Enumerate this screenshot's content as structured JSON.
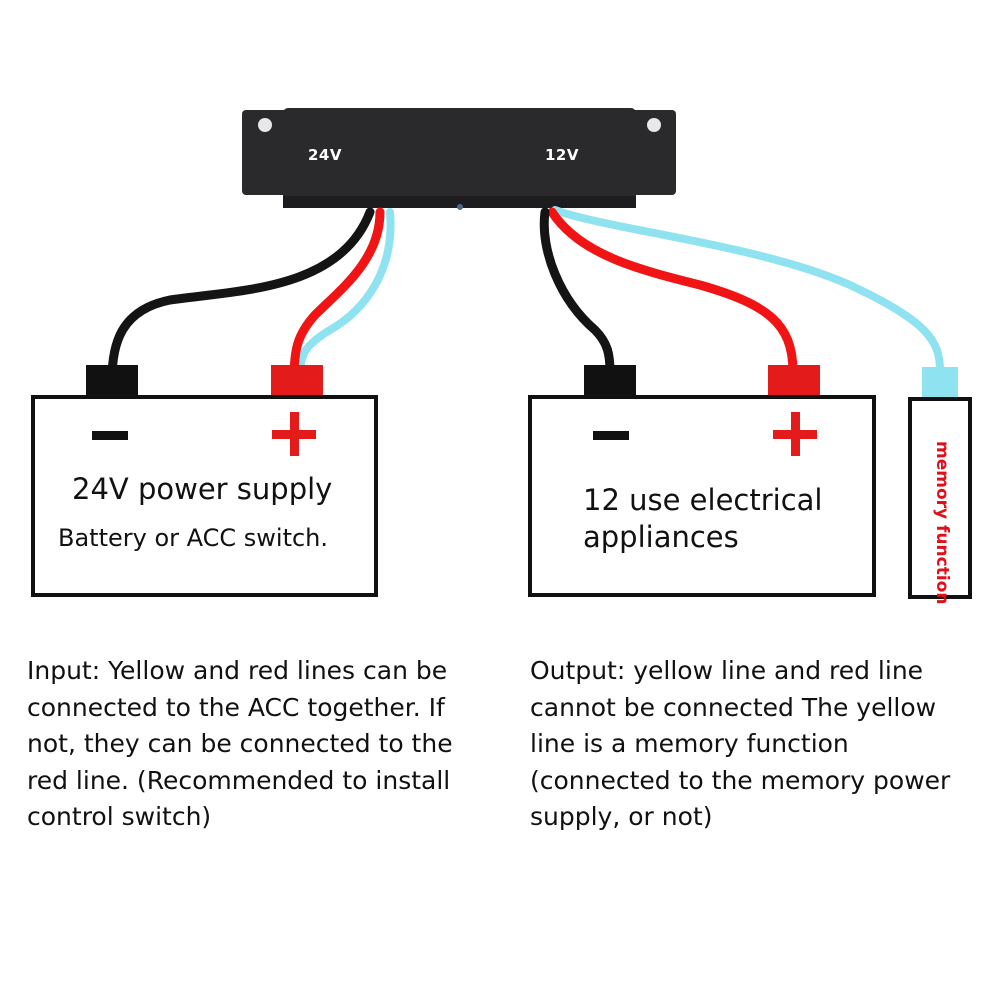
{
  "device": {
    "input_label": "24V",
    "output_label": "12V",
    "body_color": "#2a2a2c"
  },
  "wires": {
    "black": "#141414",
    "red": "#f01414",
    "cyan": "#8fe3f0"
  },
  "power_supply": {
    "negative_symbol": "−",
    "positive_symbol": "+",
    "title": "24V power supply",
    "subtitle": "Battery or ACC switch."
  },
  "load": {
    "negative_symbol": "−",
    "positive_symbol": "+",
    "title": "12 use electrical appliances"
  },
  "memory": {
    "label": "memory function",
    "label_color": "#e0101a"
  },
  "notes": {
    "input": "Input: Yellow and red lines can be connected to the ACC together. If not, they can be connected to the red line. (Recommended to install control switch)",
    "output": "Output: yellow line and red line cannot be connected The yellow line is a memory function (connected to the memory power supply, or not)"
  }
}
